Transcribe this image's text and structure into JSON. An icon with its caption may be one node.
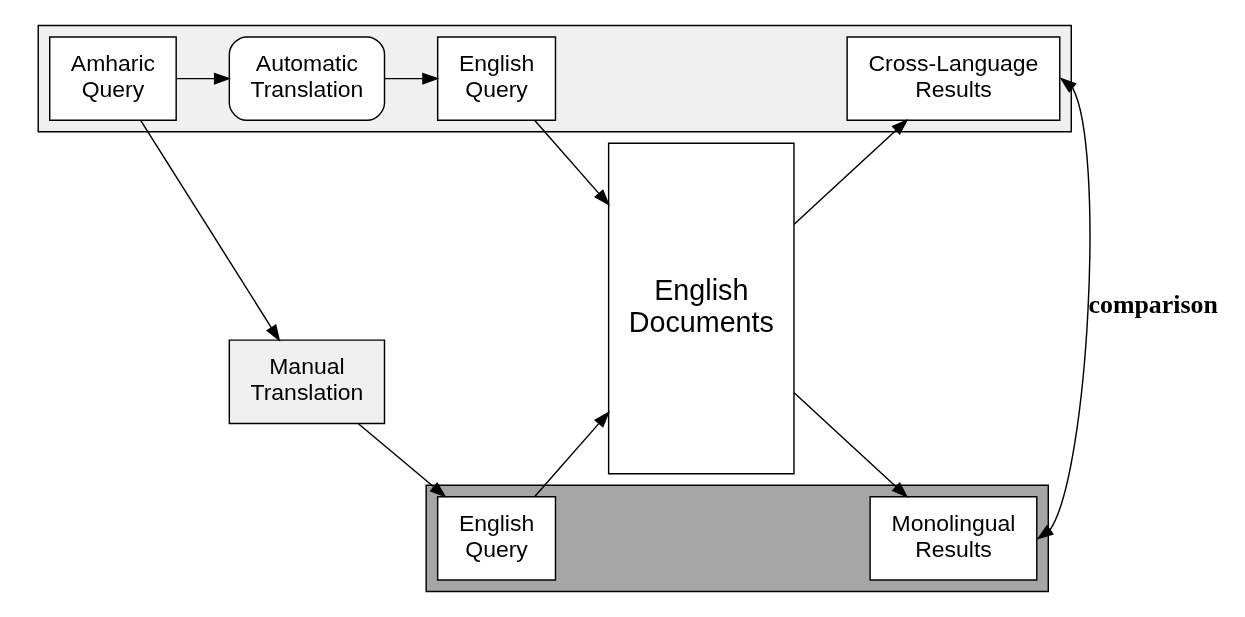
{
  "diagram": {
    "nodes": [
      {
        "text": [],
        "shape": "box"
      },
      {
        "text": [
          "Amharic Query"
        ],
        "in": 0
      },
      {
        "text": [
          "Automatic Translation"
        ],
        "in": 0
      },
      {
        "text": [
          "English Query"
        ],
        "in": 0
      },
      {
        "text": [
          "English Documents"
        ]
      },
      {
        "text": [
          "Cross-Language Results"
        ],
        "in": 0
      },
      {
        "text": [
          "Manual Translation"
        ]
      },
      {
        "text": [],
        "shape": "box"
      },
      {
        "text": [
          "English Query"
        ],
        "in": 7
      },
      {
        "text": [
          "Monolingual Results"
        ],
        "in": 7
      }
    ],
    "edges": [
      {
        "from": 1,
        "to": 2,
        "arrow": "to"
      },
      {
        "from": 2,
        "to": 3,
        "arrow": "to"
      },
      {
        "from": 3,
        "to": 4,
        "arrow": "to"
      },
      {
        "from": 4,
        "to": 5,
        "arrow": "to"
      },
      {
        "from": 1,
        "to": 6,
        "arrow": "to"
      },
      {
        "from": 6,
        "to": 8,
        "arrow": "to"
      },
      {
        "from": 8,
        "to": 4,
        "arrow": "to"
      },
      {
        "from": 4,
        "to": 9,
        "arrow": "to"
      },
      {
        "from": 5,
        "to": 9,
        "label": "comparison",
        "arrow": "both"
      }
    ]
  }
}
